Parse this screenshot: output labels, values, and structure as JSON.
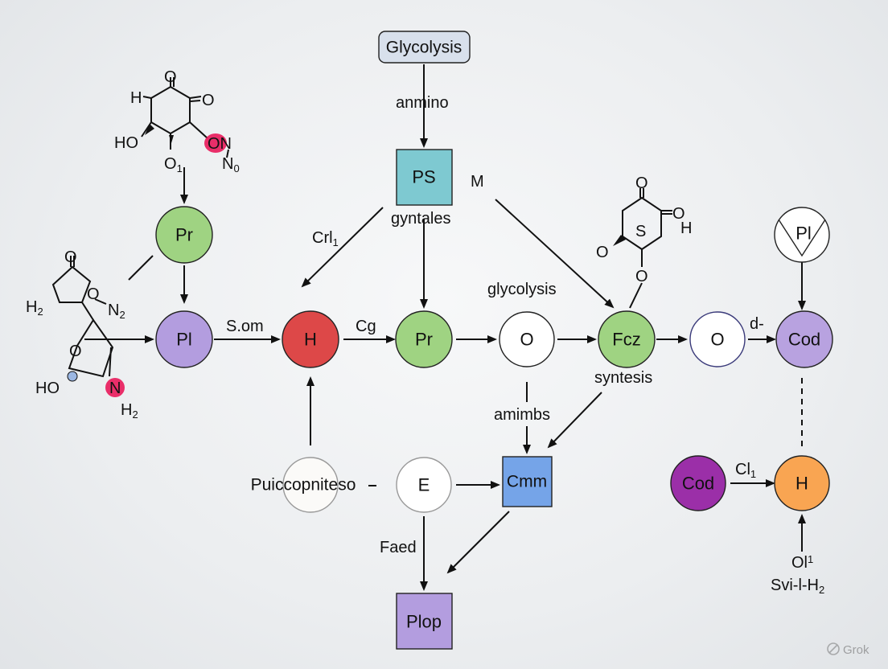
{
  "colors": {
    "green": "#9fd382",
    "purple": "#b39ddf",
    "red": "#dd4848",
    "white": "#ffffff",
    "teal": "#7ec9d1",
    "blue": "#75a4e8",
    "violet": "#9b2fa8",
    "orange": "#f9a552",
    "lavender": "#b8a2e0",
    "box_header": "#d8e0ec",
    "highlight": "#e8185a"
  },
  "nodes": {
    "glycolysis_box": "Glycolysis",
    "ps": "PS",
    "pr_left": "Pr",
    "pl_left": "Pl",
    "h_red": "H",
    "pr_mid": "Pr",
    "o_first": "O",
    "fcz": "Fcz",
    "o_second": "O",
    "cod_right": "Cod",
    "pl_top_right": "Pl",
    "puiccopniteso": "Puiccopniteso",
    "e": "E",
    "cmm": "Cmm",
    "plop": "Plop",
    "cod_violet": "Cod",
    "h_orange": "H"
  },
  "labels": {
    "anmino": "anmino",
    "m": "M",
    "gyntales": "gyntales",
    "crl": "Crl",
    "crl_sub": "1",
    "glycolysis_mid": "glycolysis",
    "s_om": "S.om",
    "cg": "Cg",
    "d_dash": "d-",
    "syntesis": "syntesis",
    "amimbs": "amimbs",
    "faed": "Faed",
    "cl": "Cl",
    "cl_sub": "1",
    "ol": "Ol",
    "ol_sub": "1",
    "svh": "Svi-l-H",
    "svh_sub": "2",
    "dash": "-"
  },
  "molecules": {
    "top_left": {
      "o_top": "O",
      "h": "H",
      "o_right": "O",
      "ho": "HO",
      "on": "ON",
      "n0": "N",
      "n0_sub": "0",
      "o1": "O",
      "o1_sub": "1"
    },
    "left": {
      "o_top": "O",
      "h2": "H",
      "h2_sub": "2",
      "o_n2": "O",
      "n2": "N",
      "n2_sub": "2",
      "o_ring": "O",
      "ho": "HO",
      "n": "N",
      "h2b": "H",
      "h2b_sub": "2"
    },
    "right_ring": {
      "o_top": "O",
      "o_right": "O",
      "h": "H",
      "s": "S",
      "o_left": "O",
      "o_bottom": "O"
    }
  },
  "watermark": "Grok"
}
